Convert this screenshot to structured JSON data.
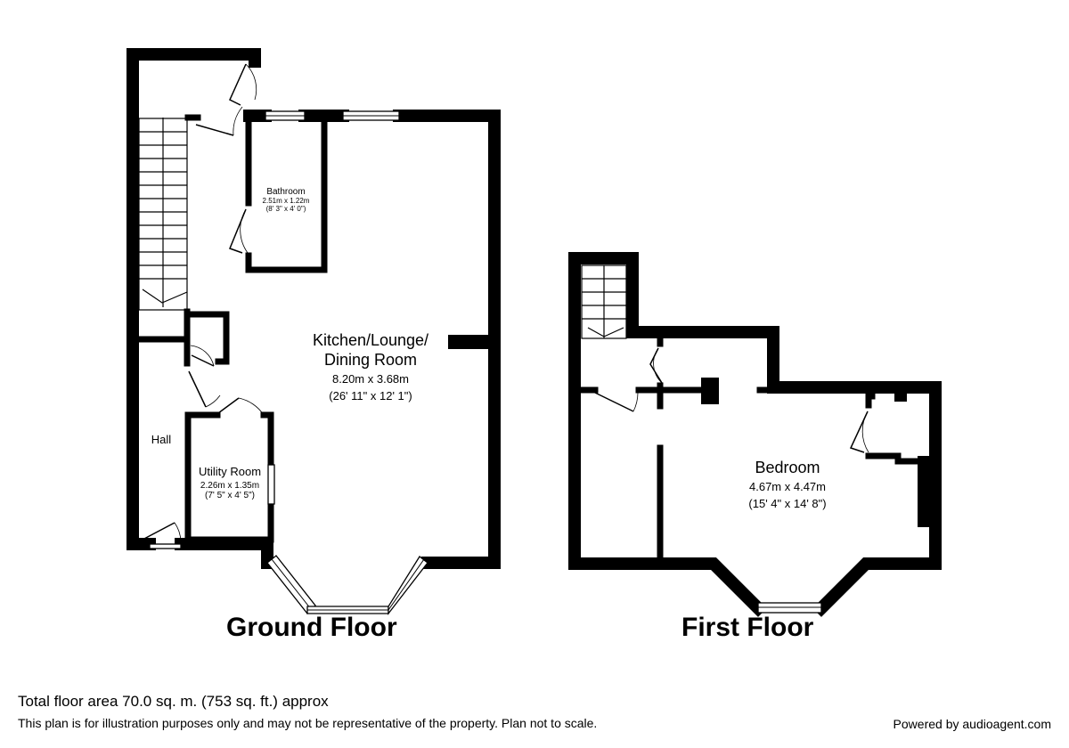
{
  "rooms": {
    "kitchen": {
      "name_line1": "Kitchen/Lounge/",
      "name_line2": "Dining Room",
      "metric": "8.20m x 3.68m",
      "imperial": "(26' 11\" x 12' 1\")"
    },
    "bathroom": {
      "name": "Bathroom",
      "metric": "2.51m x 1.22m",
      "imperial": "(8' 3\" x 4' 0\")"
    },
    "utility": {
      "name": "Utility Room",
      "metric": "2.26m x 1.35m",
      "imperial": "(7' 5\" x 4' 5\")"
    },
    "hall": {
      "name": "Hall"
    },
    "bedroom": {
      "name": "Bedroom",
      "metric": "4.67m x 4.47m",
      "imperial": "(15' 4\" x 14' 8\")"
    }
  },
  "floors": {
    "ground": "Ground Floor",
    "first": "First Floor"
  },
  "footer": {
    "total_area": "Total floor area 70.0 sq. m. (753 sq. ft.) approx",
    "disclaimer": "This plan is for illustration purposes only and may not be representative of the property. Plan not to scale.",
    "powered_by": "Powered by audioagent.com"
  }
}
